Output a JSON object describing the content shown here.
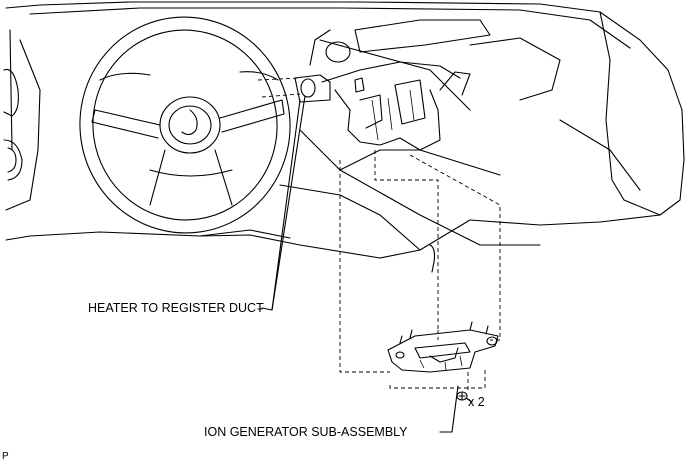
{
  "labels": {
    "heater_duct": "HEATER TO REGISTER DUCT",
    "ion_generator": "ION GENERATOR SUB-ASSEMBLY",
    "screw_count": "x 2",
    "corner_code": "P"
  }
}
